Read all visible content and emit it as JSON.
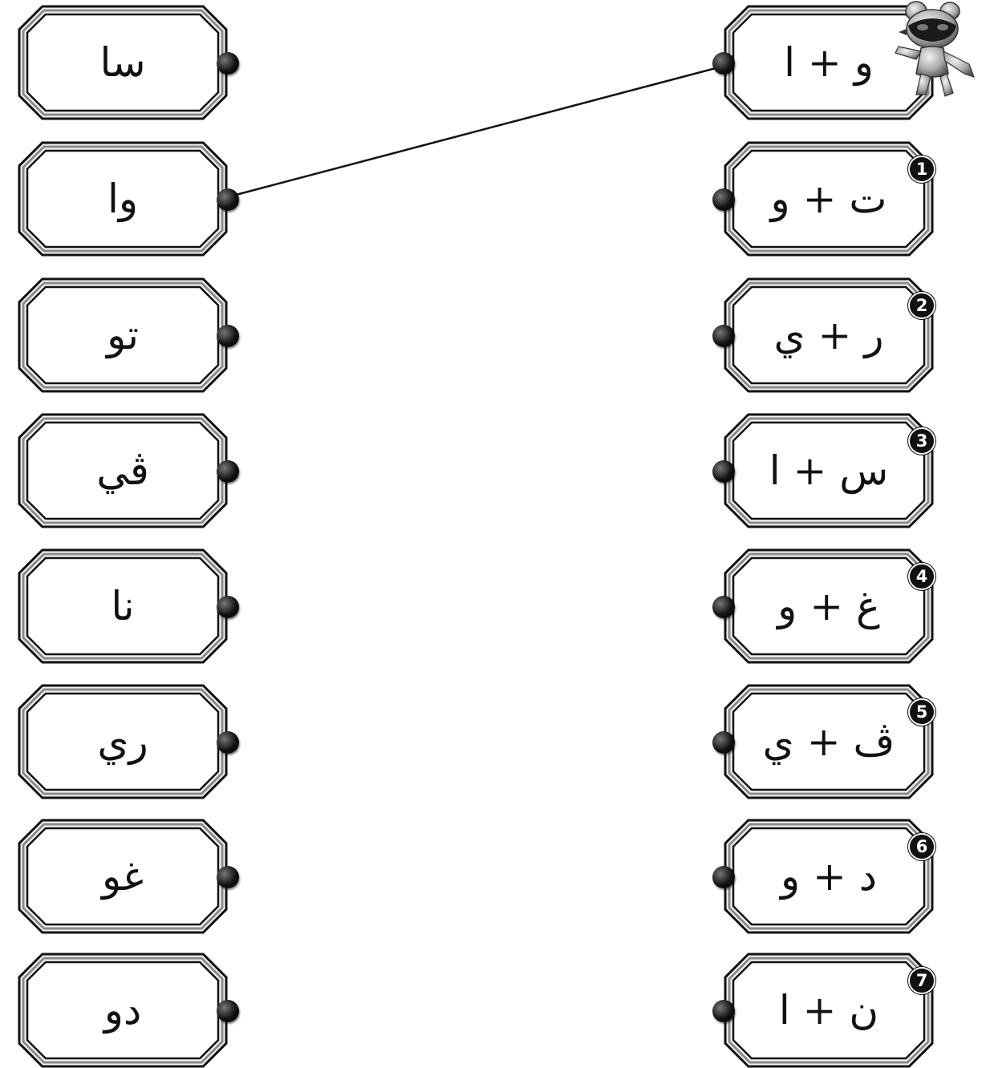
{
  "answers": [
    "سا",
    "وا",
    "تو",
    "ڤي",
    "نا",
    "ري",
    "غو",
    "دو"
  ],
  "questions": [
    {
      "text": "و + ا",
      "number": ""
    },
    {
      "text": "ت + و",
      "number": "1"
    },
    {
      "text": "ر + ي",
      "number": "2"
    },
    {
      "text": "س + ا",
      "number": "3"
    },
    {
      "text": "غ + و",
      "number": "4"
    },
    {
      "text": "ڤ + ي",
      "number": "5"
    },
    {
      "text": "د + و",
      "number": "6"
    },
    {
      "text": "ن + ا",
      "number": "7"
    }
  ],
  "connections": [
    {
      "question": 0,
      "answer": 1
    }
  ],
  "mascot_icon": "robot-mascot-icon"
}
